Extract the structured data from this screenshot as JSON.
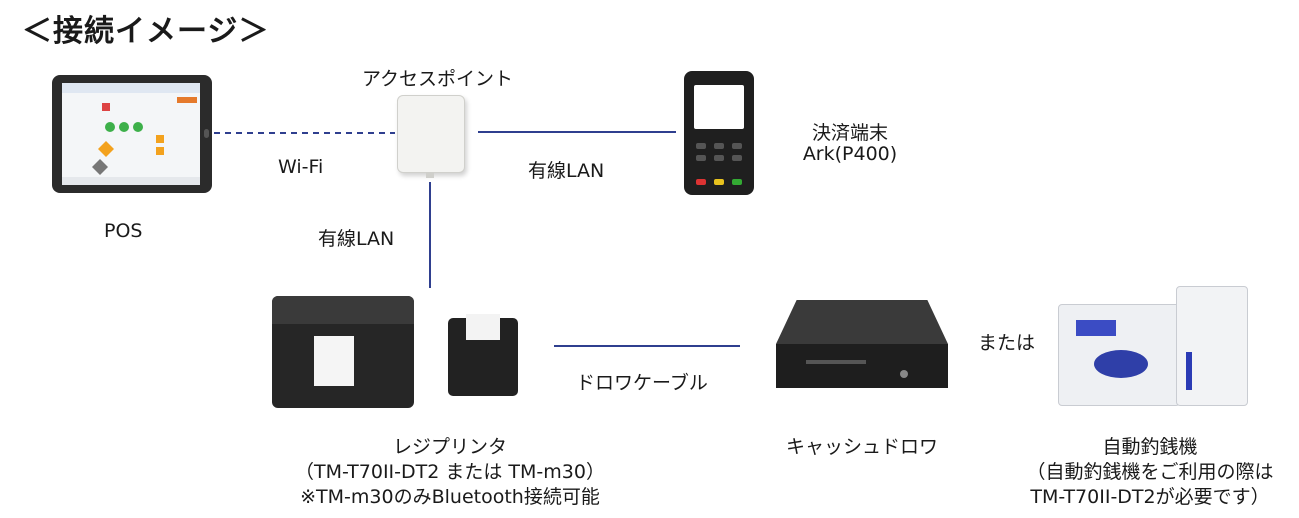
{
  "title": "＜接続イメージ＞",
  "nodes": {
    "pos": {
      "label": "POS"
    },
    "access_point": {
      "label": "アクセスポイント"
    },
    "payment_terminal": {
      "label_line1": "決済端末",
      "label_line2": "Ark(P400)"
    },
    "register_printer": {
      "label_line1": "レジプリンタ",
      "label_line2": "（TM-T70II-DT2 または TM-m30）",
      "label_line3": "※TM-m30のみBluetooth接続可能"
    },
    "cash_drawer": {
      "label": "キャッシュドロワ"
    },
    "change_machine": {
      "label_line1": "自動釣銭機",
      "label_line2": "（自動釣銭機をご利用の際は",
      "label_line3": "TM-T70II-DT2が必要です）"
    }
  },
  "connections": {
    "pos_ap": "Wi-Fi",
    "ap_terminal": "有線LAN",
    "ap_printer": "有線LAN",
    "printer_drawer": "ドロワケーブル",
    "or_label": "または"
  },
  "colors": {
    "line": "#2f3f8f",
    "text": "#1a1a1a"
  }
}
